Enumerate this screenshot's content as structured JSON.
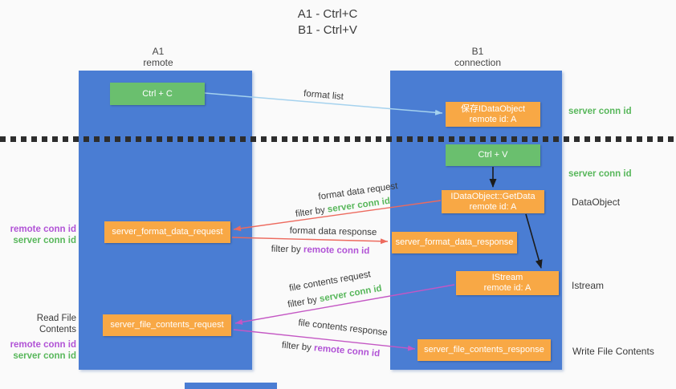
{
  "title": {
    "line1": "A1 - Ctrl+C",
    "line2": "B1 - Ctrl+V"
  },
  "columns": {
    "left": {
      "name": "A1",
      "role": "remote"
    },
    "right": {
      "name": "B1",
      "role": "connection"
    }
  },
  "nodes": {
    "ctrl_c": {
      "label": "Ctrl + C"
    },
    "save_dataobject": {
      "line1": "保存IDataObject",
      "line2": "remote id: A"
    },
    "ctrl_v": {
      "label": "Ctrl + V"
    },
    "getdata": {
      "line1": "IDataObject::GetData",
      "line2": "remote id: A"
    },
    "format_request": {
      "label": "server_format_data_request"
    },
    "format_response": {
      "label": "server_format_data_response"
    },
    "istream": {
      "line1": "IStream",
      "line2": "remote id: A"
    },
    "file_request": {
      "label": "server_file_contents_request"
    },
    "file_response": {
      "label": "server_file_contents_response"
    }
  },
  "side_labels": {
    "server_conn_id_top": "server conn id",
    "server_conn_id_mid": "server conn id",
    "data_object": "DataObject",
    "istream": "Istream",
    "write_file_contents": "Write File Contents",
    "read_file_contents": "Read File Contents",
    "remote_conn_id_1": "remote conn id",
    "server_conn_id_1": "server conn id",
    "remote_conn_id_2": "remote conn id",
    "server_conn_id_2": "server conn id"
  },
  "arrow_labels": {
    "format_list": "format list",
    "format_data_request": "format data request",
    "format_data_response": "format data response",
    "file_contents_request": "file contents request",
    "file_contents_response": "file contents response",
    "filter_by": "filter by",
    "server_conn_id": "server conn id",
    "remote_conn_id": "remote conn id"
  },
  "edges": [
    {
      "from": "ctrl_c",
      "to": "save_dataobject",
      "label": "format list",
      "color": "arrow_blue"
    },
    {
      "from": "ctrl_v",
      "to": "getdata",
      "label": "",
      "color": "arrow_black"
    },
    {
      "from": "getdata",
      "to": "format_request",
      "label": "format data request / filter by server conn id",
      "color": "arrow_red"
    },
    {
      "from": "format_request",
      "to": "format_response",
      "label": "format data response / filter by remote conn id",
      "color": "arrow_red"
    },
    {
      "from": "getdata",
      "to": "istream",
      "label": "",
      "color": "arrow_black"
    },
    {
      "from": "istream",
      "to": "file_request",
      "label": "file contents request / filter by server conn id",
      "color": "arrow_magenta"
    },
    {
      "from": "file_request",
      "to": "file_response",
      "label": "file contents response / filter by remote conn id",
      "color": "arrow_magenta"
    }
  ],
  "colors": {
    "lifeline_blue": "#4a7dd3",
    "box_green": "#6abf6e",
    "box_orange": "#f8a845",
    "label_green": "#58b75b",
    "label_purple": "#b153d6",
    "arrow_red": "#ed6a5e",
    "arrow_magenta": "#c457c4",
    "arrow_blue": "#a5d2ee",
    "arrow_black": "#1c1c1c",
    "text_dark": "#3a3a3a"
  }
}
